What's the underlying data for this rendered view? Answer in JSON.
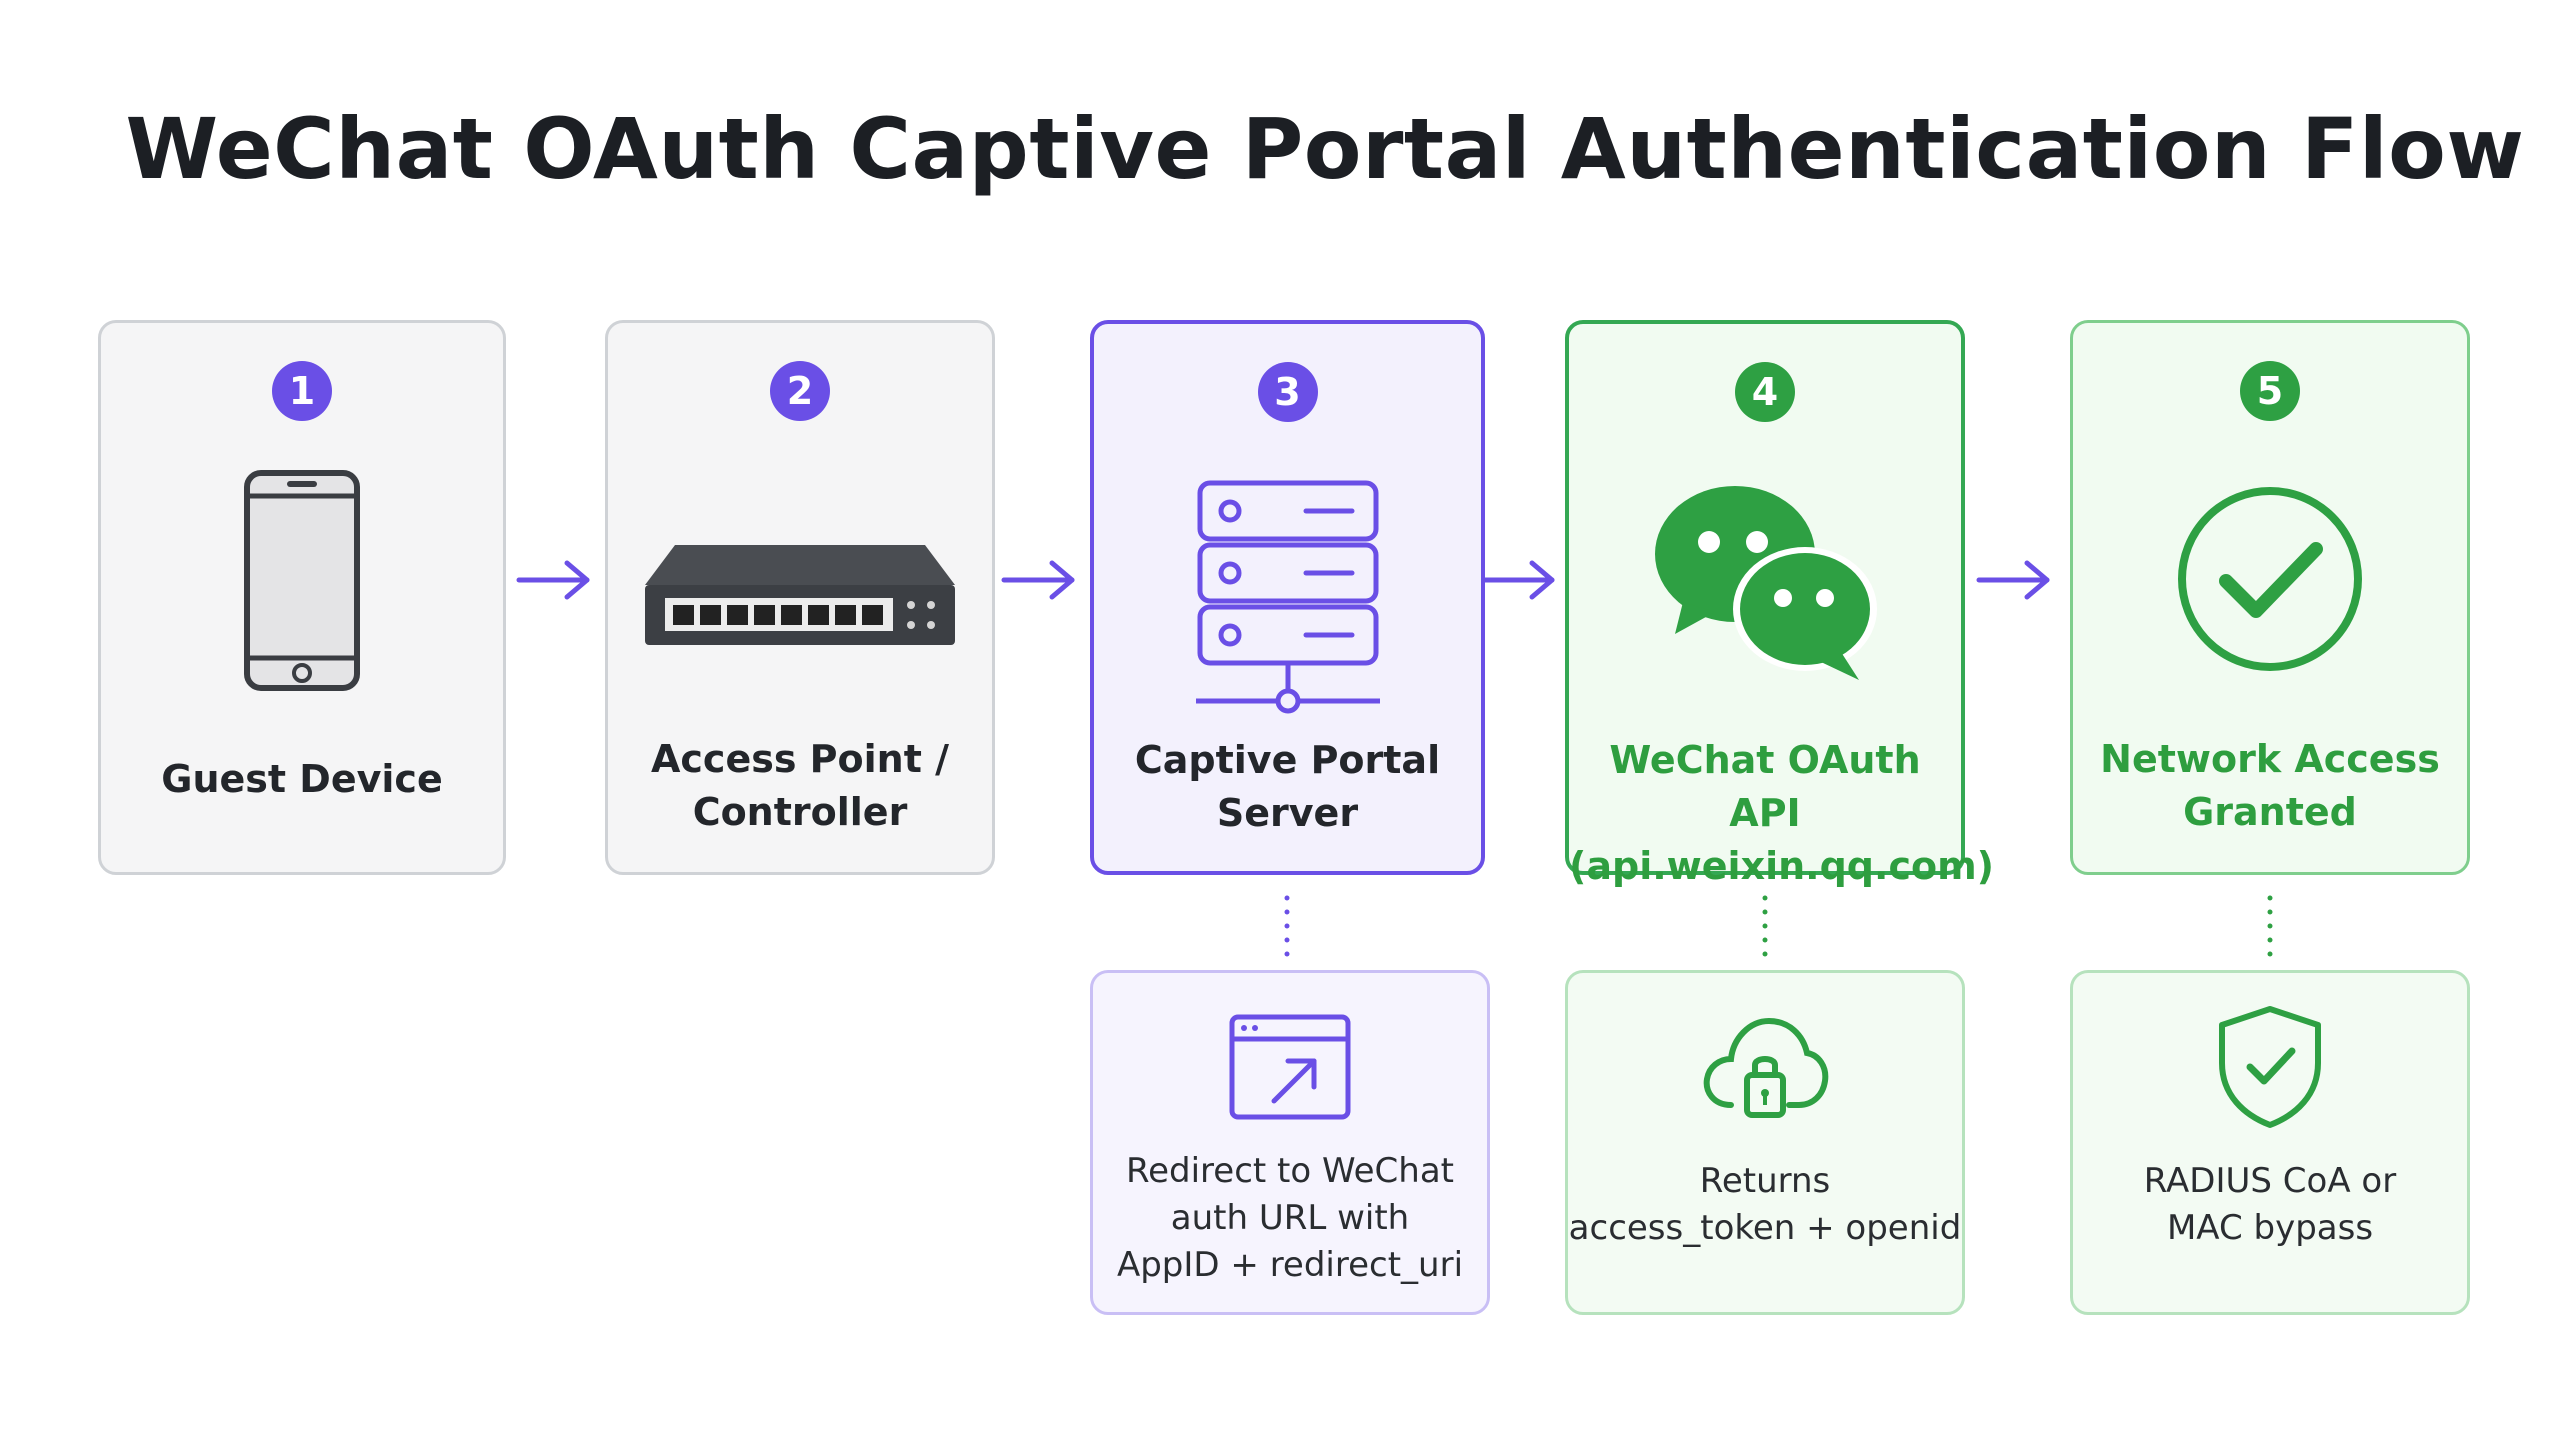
{
  "title": "WeChat OAuth Captive Portal Authentication Flow",
  "steps": [
    {
      "number": "1",
      "label_lines": [
        "Guest Device"
      ]
    },
    {
      "number": "2",
      "label_lines": [
        "Access Point /",
        "Controller"
      ]
    },
    {
      "number": "3",
      "label_lines": [
        "Captive Portal",
        "Server"
      ]
    },
    {
      "number": "4",
      "label_lines": [
        "WeChat OAuth API",
        "(api.weixin.qq.com)"
      ]
    },
    {
      "number": "5",
      "label_lines": [
        "Network Access",
        "Granted"
      ]
    }
  ],
  "details": [
    {
      "lines": [
        "Redirect to WeChat",
        "auth URL with",
        "AppID + redirect_uri"
      ]
    },
    {
      "lines": [
        "Returns",
        "access_token + openid"
      ]
    },
    {
      "lines": [
        "RADIUS CoA or",
        "MAC bypass"
      ]
    }
  ],
  "colors": {
    "purple": "#6a4fe6",
    "green": "#2ea043",
    "gray_border": "#cfd2d6"
  },
  "icons": [
    "smartphone-icon",
    "network-switch-icon",
    "server-rack-icon",
    "wechat-logo-icon",
    "check-circle-icon",
    "browser-redirect-icon",
    "cloud-lock-icon",
    "shield-check-icon"
  ]
}
